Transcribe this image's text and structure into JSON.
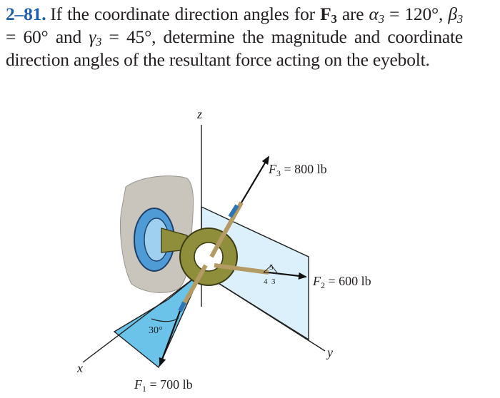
{
  "problem": {
    "number": "2–81.",
    "text_1": "If the coordinate direction angles for",
    "force_symbol": "F",
    "force_sub": "3",
    "text_2": "are",
    "alpha": "α",
    "beta": "β",
    "gamma": "γ",
    "angle_sub": "3",
    "eq_alpha": " = 120°, ",
    "eq_beta": " = 60° and ",
    "eq_gamma": " = 45°, determine the magnitude and coordinate direction angles of the resultant force acting on the eyebolt."
  },
  "figure": {
    "axis_z": "z",
    "axis_x": "x",
    "axis_y": "y",
    "f1_label": "F",
    "f1_sub": "1",
    "f1_value": " = 700 lb",
    "f2_label": "F",
    "f2_sub": "2",
    "f2_value": " = 600 lb",
    "f3_label": "F",
    "f3_sub": "3",
    "f3_value": " = 800 lb",
    "angle_label": "30°",
    "slope_rise": "5",
    "slope_side": "4",
    "slope_run": "3"
  },
  "colors": {
    "problem_number": "#1f5fa8",
    "blue_plane": "#6cc3ea",
    "light_plane": "#dcf0fb",
    "eyebolt": "#8f8f3b",
    "wall": "#c9c5bd",
    "rope": "#b49a63"
  }
}
